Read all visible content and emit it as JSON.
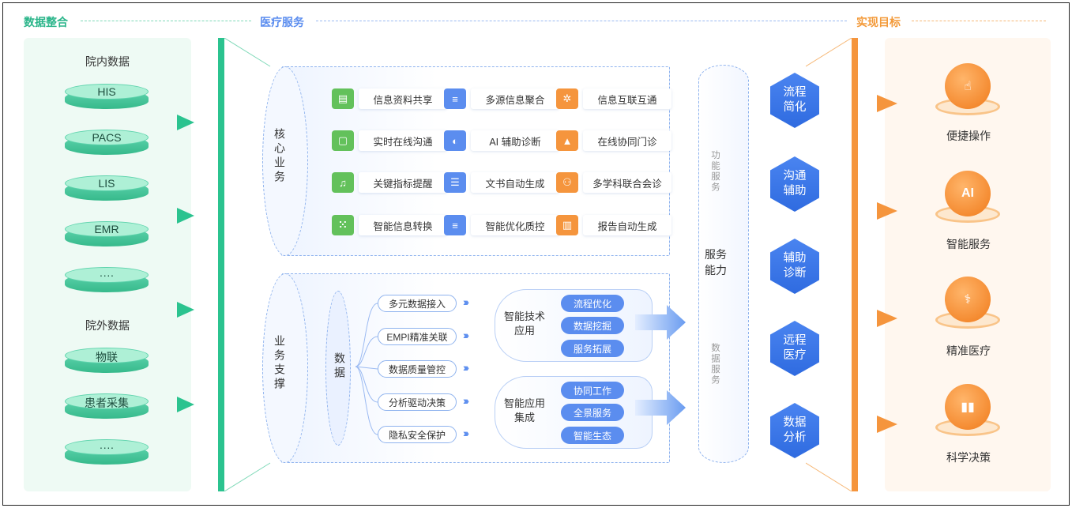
{
  "header": {
    "data_integration": "数据整合",
    "medical_service": "医疗服务",
    "goal": "实现目标"
  },
  "left": {
    "internal_title": "院内数据",
    "internal": [
      "HIS",
      "PACS",
      "LIS",
      "EMR",
      "····"
    ],
    "external_title": "院外数据",
    "external": [
      "物联",
      "患者采集",
      "····"
    ]
  },
  "core": {
    "label": "核心业务",
    "items": [
      {
        "text": "信息资料共享",
        "color": "green",
        "icon": "calendar-icon"
      },
      {
        "text": "多源信息聚合",
        "color": "blue",
        "icon": "database-icon"
      },
      {
        "text": "信息互联互通",
        "color": "orange",
        "icon": "network-icon"
      },
      {
        "text": "实时在线沟通",
        "color": "green",
        "icon": "chat-icon"
      },
      {
        "text": "AI 辅助诊断",
        "color": "blue",
        "icon": "brain-icon"
      },
      {
        "text": "在线协同门诊",
        "color": "orange",
        "icon": "team-icon"
      },
      {
        "text": "关键指标提醒",
        "color": "green",
        "icon": "bell-icon"
      },
      {
        "text": "文书自动生成",
        "color": "blue",
        "icon": "document-icon"
      },
      {
        "text": "多学科联合会诊",
        "color": "orange",
        "icon": "group-icon"
      },
      {
        "text": "智能信息转换",
        "color": "green",
        "icon": "chart-icon"
      },
      {
        "text": "智能优化质控",
        "color": "blue",
        "icon": "database-icon"
      },
      {
        "text": "报告自动生成",
        "color": "orange",
        "icon": "report-icon"
      }
    ]
  },
  "support": {
    "label": "业务支撑",
    "data_label": "数据",
    "data_items": [
      "多元数据接入",
      "EMPI精准关联",
      "数据质量管控",
      "分析驱动决策",
      "隐私安全保护"
    ],
    "tech": {
      "label": "智能技术应用",
      "items": [
        "流程优化",
        "数据挖掘",
        "服务拓展"
      ]
    },
    "app": {
      "label": "智能应用集成",
      "items": [
        "协同工作",
        "全景服务",
        "智能生态"
      ]
    }
  },
  "capability": {
    "label": "服务能力",
    "func": "功能服务",
    "data": "数据服务"
  },
  "hexes": [
    "流程简化",
    "沟通辅助",
    "辅助诊断",
    "远程医疗",
    "数据分析"
  ],
  "goals": [
    {
      "text": "便捷操作",
      "icon": "touch-icon"
    },
    {
      "text": "智能服务",
      "icon": "ai-head-icon"
    },
    {
      "text": "精准医疗",
      "icon": "dna-icon"
    },
    {
      "text": "科学决策",
      "icon": "bar-growth-icon"
    }
  ],
  "colors": {
    "green": "#2bc38f",
    "blue": "#5b8def",
    "orange": "#f5953d"
  }
}
